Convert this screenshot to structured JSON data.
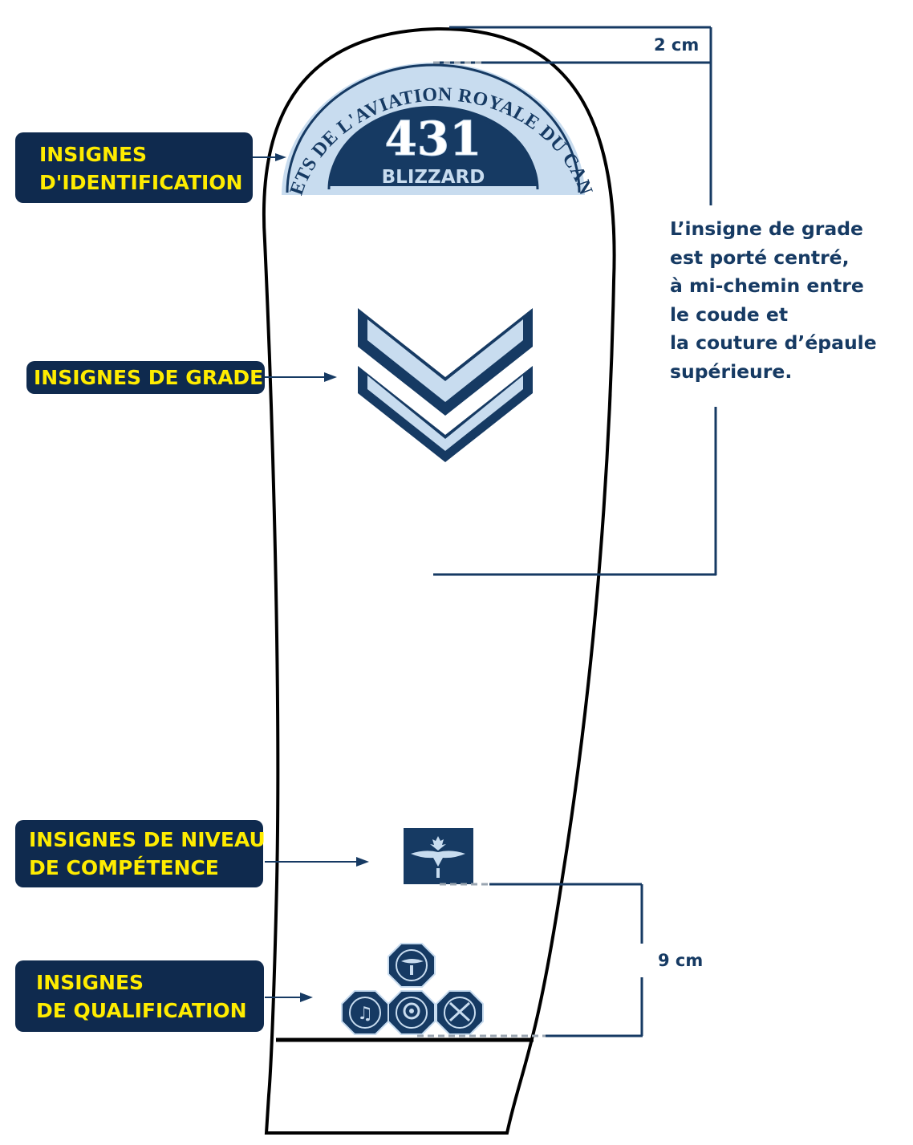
{
  "labels": {
    "identification": [
      "INSIGNES",
      "D'IDENTIFICATION"
    ],
    "grade": "INSIGNES DE GRADE",
    "niveau": [
      "INSIGNES DE NIVEAU",
      "DE COMPÉTENCE"
    ],
    "qualification": [
      "INSIGNES",
      "DE QUALIFICATION"
    ]
  },
  "badge": {
    "arc_text": "CADETS DE L'AVIATION ROYALE DU CANADA",
    "number": "431",
    "name": "BLIZZARD"
  },
  "dimensions": {
    "top": "2 cm",
    "bottom": "9 cm"
  },
  "note": [
    "L’insigne de grade",
    "est porté centré,",
    "à mi-chemin entre",
    "le coude et",
    "la couture d’épaule",
    "supérieure."
  ],
  "colors": {
    "navy": "#0f2a4e",
    "line_navy": "#163a63",
    "light_blue": "#c8dcef",
    "label_yellow": "#ffec00"
  },
  "icons": [
    "maple-leaf-wings-icon",
    "propeller-icon",
    "music-note-icon",
    "aircraft-engine-icon",
    "crossed-rifles-icon"
  ]
}
